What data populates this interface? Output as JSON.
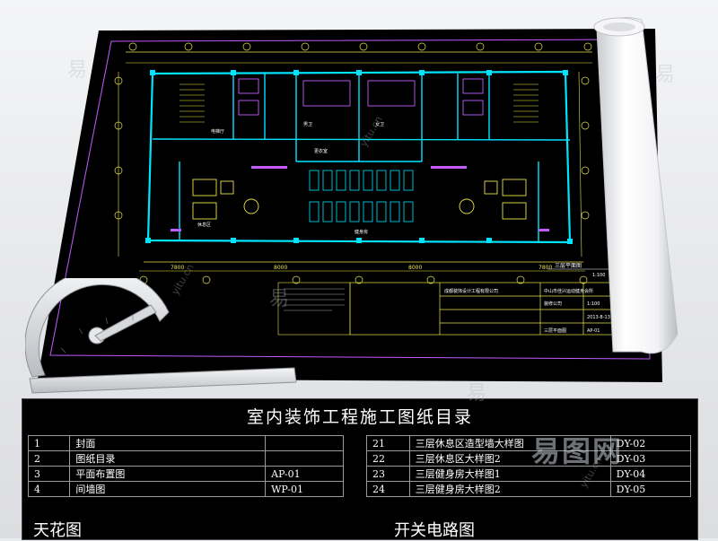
{
  "drawing": {
    "plan_title": "三层平面图",
    "scale": "1:100",
    "rooms": [
      "电梯厅",
      "男卫",
      "女卫",
      "更衣室",
      "休息区",
      "健身房"
    ],
    "dimensions": [
      "7800",
      "8000",
      "8000",
      "7800"
    ],
    "title_block": {
      "company": "成都装饰设计工程有限公司",
      "project": "中山市佳兴运动健身会所",
      "client": "装修公司",
      "sheet_name": "三层平面图",
      "sheet_no": "AP-01",
      "date": "2013-8-13"
    }
  },
  "directory": {
    "title": "室内装饰工程施工图纸目录",
    "left_rows": [
      {
        "num": "1",
        "name": "封面",
        "code": ""
      },
      {
        "num": "2",
        "name": "图纸目录",
        "code": ""
      },
      {
        "num": "3",
        "name": "平面布置图",
        "code": "AP-01"
      },
      {
        "num": "4",
        "name": "间墙图",
        "code": "WP-01"
      }
    ],
    "right_rows": [
      {
        "num": "21",
        "name": "三层休息区造型墙大样图",
        "code": "DY-02"
      },
      {
        "num": "22",
        "name": "三层休息区大样图2",
        "code": "DY-03"
      },
      {
        "num": "23",
        "name": "三层健身房大样图1",
        "code": "DY-04"
      },
      {
        "num": "24",
        "name": "三层健身房大样图2",
        "code": "DY-05"
      }
    ],
    "caption_left": "天花图",
    "caption_right": "开关电路图"
  },
  "watermark": {
    "mark": "易",
    "domain": "yitu.cn",
    "brand": "易图网"
  },
  "colors": {
    "sheet_bg": "#000000",
    "wall_cyan": "#00e5ff",
    "grid_yellow": "#e8e34a",
    "furniture_purple": "#c25bff",
    "text_white": "#ffffff"
  }
}
